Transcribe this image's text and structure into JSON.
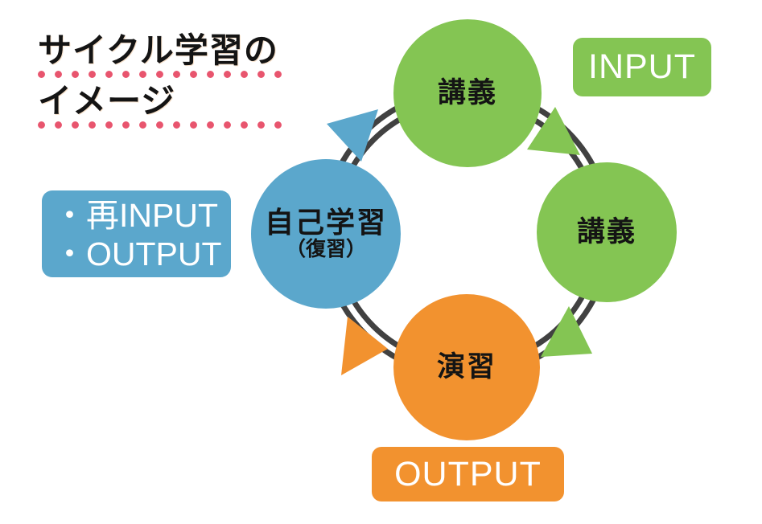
{
  "title": {
    "line1": "サイクル学習の",
    "line2": "イメージ",
    "underline_color": "#E8556E"
  },
  "left_callout": {
    "background_color": "#5BA7CC",
    "line1": "・再INPUT",
    "line2": "・OUTPUT"
  },
  "cycle": {
    "ring_color": "#414141",
    "nodes": [
      {
        "id": "lecture-top",
        "label": "講義",
        "sub": "",
        "color": "#84C553",
        "position": "top"
      },
      {
        "id": "lecture-right",
        "label": "講義",
        "sub": "",
        "color": "#84C553",
        "position": "right"
      },
      {
        "id": "practice",
        "label": "演習",
        "sub": "",
        "color": "#F2922F",
        "position": "bottom"
      },
      {
        "id": "self-study",
        "label": "自己学習",
        "sub": "（復習）",
        "color": "#5BA7CC",
        "position": "left"
      }
    ],
    "arrows": [
      {
        "id": "arrow-upper-left",
        "color": "#5BA7CC",
        "from": "self-study",
        "to": "lecture-top"
      },
      {
        "id": "arrow-upper-right",
        "color": "#84C553",
        "from": "lecture-top",
        "to": "lecture-right"
      },
      {
        "id": "arrow-lower-right",
        "color": "#84C553",
        "from": "lecture-right",
        "to": "practice"
      },
      {
        "id": "arrow-lower-left",
        "color": "#F2922F",
        "from": "practice",
        "to": "self-study"
      }
    ]
  },
  "pills": [
    {
      "id": "input",
      "label": "INPUT",
      "color": "#84C553"
    },
    {
      "id": "output",
      "label": "OUTPUT",
      "color": "#F2922F"
    }
  ]
}
